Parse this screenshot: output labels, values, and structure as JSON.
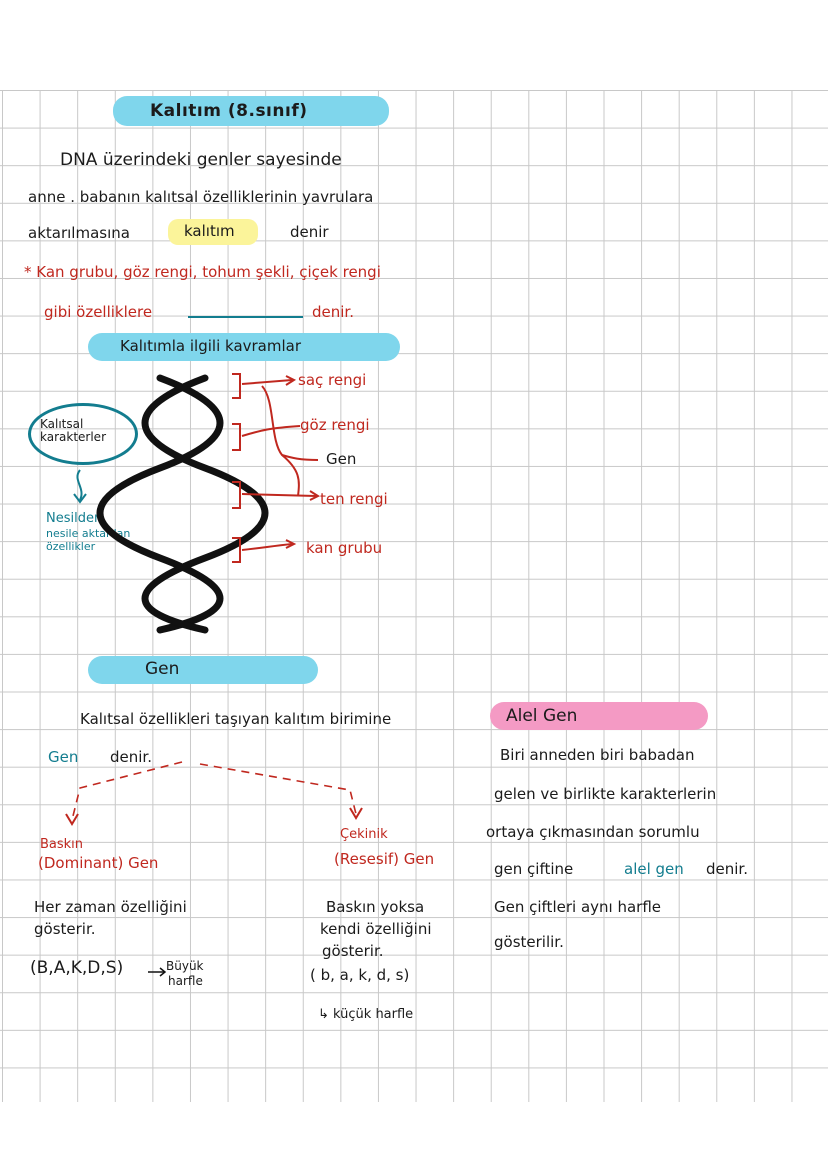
{
  "title": "Kalıtım (8.sınıf)",
  "intro": {
    "line1": "DNA üzerindeki genler sayesinde",
    "line2": "anne . babanın  kalıtsal özelliklerinin yavrulara",
    "line3a": "aktarılmasına",
    "highlight": "kalıtım",
    "line3b": "denir"
  },
  "note": {
    "line1": "* Kan grubu, göz rengi, tohum şekli, çiçek rengi",
    "line2a": "gibi  özelliklere",
    "line2b": "denir."
  },
  "concepts": {
    "header": "Kalıtımla ilgili kavramlar",
    "trait_circle": "Kalıtsal karakterler",
    "trait_desc": [
      "Nesilden",
      "nesile aktarılan",
      "özellikler"
    ],
    "labels": [
      "saç rengi",
      "göz rengi",
      "Gen",
      "ten rengi",
      "kan grubu"
    ]
  },
  "gene": {
    "header": "Gen",
    "line1": "Kalıtsal özellikleri taşıyan kalıtım birimine",
    "word": "Gen",
    "line2": "denir.",
    "dominant": {
      "title1": "Baskın",
      "title2": "(Dominant) Gen",
      "desc1": "Her zaman özelliğini",
      "desc2": "gösterir.",
      "letters": "(B,A,K,D,S)",
      "arrow_note1": "Büyük",
      "arrow_note2": "harfle"
    },
    "recessive": {
      "title1": "Çekinik",
      "title2": "(Resesif) Gen",
      "desc1": "Baskın yoksa",
      "desc2": "kendi özelliğini",
      "desc3": "gösterir.",
      "letters": "( b, a, k, d, s)",
      "arrow_note": "↳ küçük harfle"
    }
  },
  "allele": {
    "header": "Alel Gen",
    "line1": "Biri  anneden  biri  babadan",
    "line2": "gelen  ve  birlikte  karakterlerin",
    "line3": "ortaya  çıkmasından  sorumlu",
    "line4a": "gen  çiftine",
    "line4_hl": "alel gen",
    "line4b": "denir.",
    "line5": "Gen  çiftleri  aynı  harfle",
    "line6": "gösterilir."
  },
  "colors": {
    "blue_highlight": "#7fd6ec",
    "yellow_highlight": "#fbf49a",
    "pink_highlight": "#f49ac4",
    "red_ink": "#c0281f",
    "teal_ink": "#137d8f"
  }
}
